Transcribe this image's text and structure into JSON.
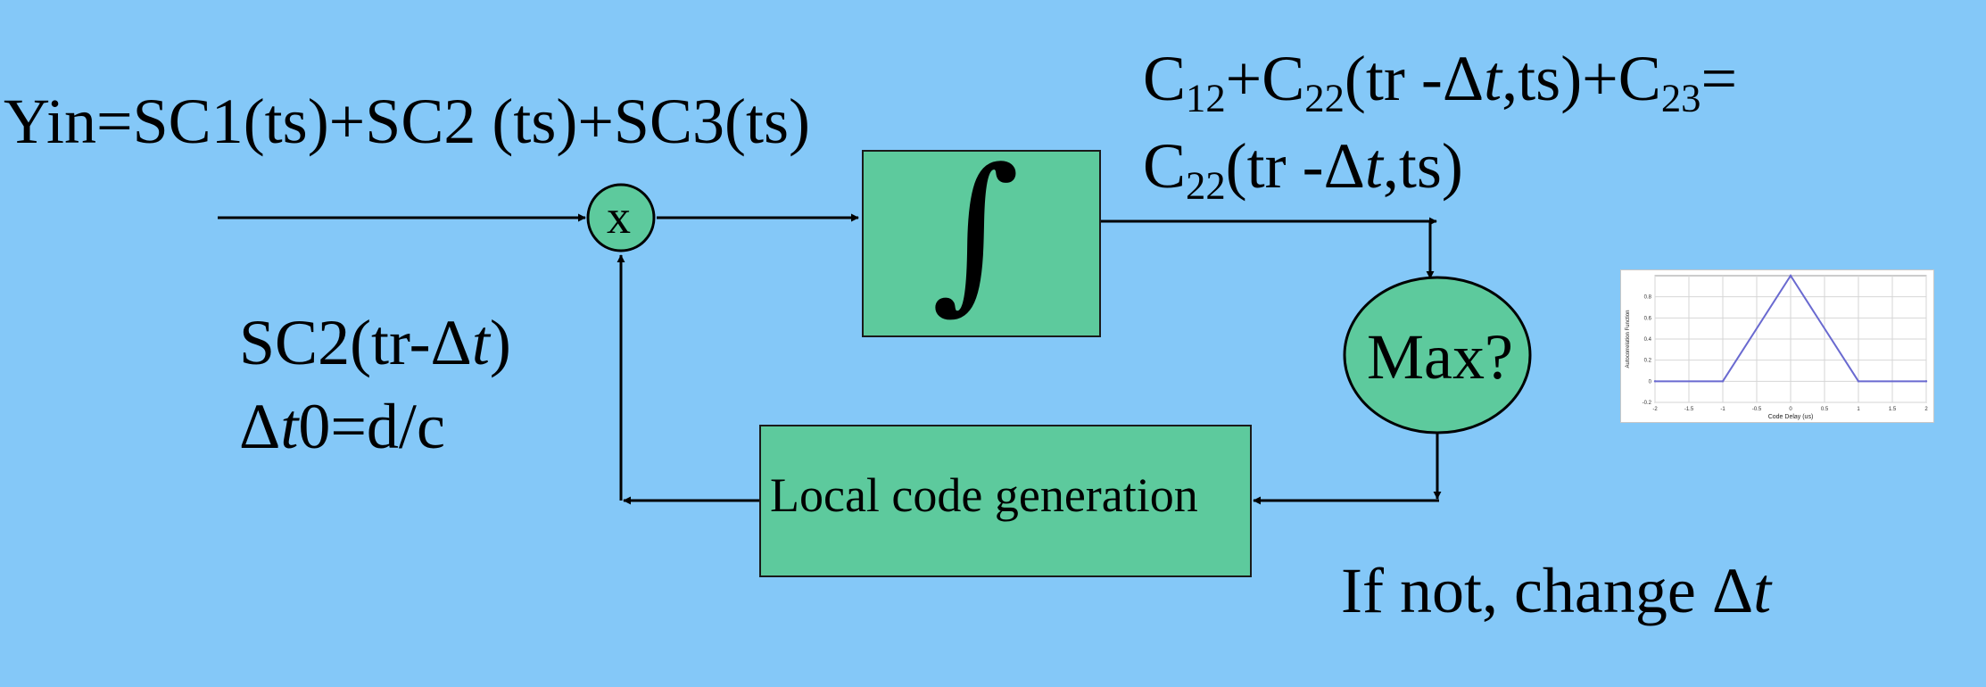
{
  "input_label": "Yin=SC1(ts)+SC2 (ts)+SC3(ts)",
  "multiplier_symbol": "x",
  "integrator_symbol": "∫",
  "output_expr": {
    "line1": {
      "p1": "C",
      "s1": "12",
      "p2": "+C",
      "s2": "22",
      "p3": "(tr -Δ",
      "p3_italic": "t",
      "p4": ",ts)+C",
      "s4": "23",
      "p5": "="
    },
    "line2": {
      "p1": "C",
      "s1": "22",
      "p2": "(tr -Δ",
      "p2_italic": "t",
      "p3": ",ts)"
    }
  },
  "local_code_block": "Local code generation",
  "max_node": "Max?",
  "feedback_label": {
    "line1": {
      "a": "SC2(tr-Δ",
      "t": "t",
      "b": ")"
    },
    "line2": {
      "a": "Δ",
      "t": "t",
      "b": "0=d/c"
    }
  },
  "change_note": {
    "a": "If not, change Δ",
    "t": "t"
  },
  "mini_chart": {
    "title": "",
    "xlabel": "Code Delay (us)",
    "ylabel": "Autocorrelation Function",
    "x_ticks": [
      "-2",
      "-1.5",
      "-1",
      "-0.5",
      "0",
      "0.5",
      "1",
      "1.5",
      "2"
    ],
    "y_ticks": [
      "-0.2",
      "0",
      "0.2",
      "0.4",
      "0.6",
      "0.8"
    ],
    "line_color": "#6a6ad0"
  },
  "chart_data": {
    "type": "line",
    "title": "",
    "xlabel": "Code Delay (us)",
    "ylabel": "Autocorrelation Function",
    "xlim": [
      -2,
      2
    ],
    "ylim": [
      -0.2,
      1.0
    ],
    "grid": true,
    "series": [
      {
        "x": [
          -2,
          -1,
          0,
          1,
          2
        ],
        "y": [
          0,
          0,
          1,
          0,
          0
        ]
      }
    ]
  }
}
